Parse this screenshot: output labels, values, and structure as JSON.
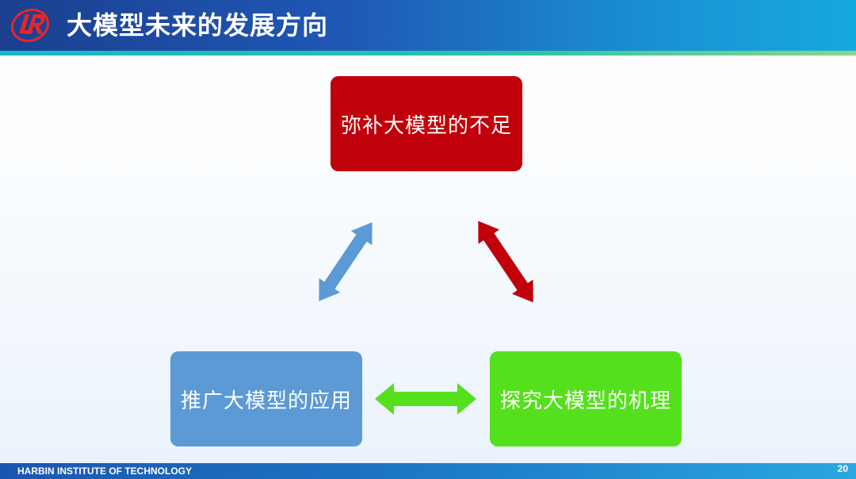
{
  "header": {
    "title": "大模型未来的发展方向",
    "logo_icon": "hit-logo-icon"
  },
  "diagram": {
    "nodes": {
      "top": {
        "label": "弥补大模型的不足",
        "color": "#c0000a"
      },
      "left": {
        "label": "推广大模型的应用",
        "color": "#5b9ad5"
      },
      "right": {
        "label": "探究大模型的机理",
        "color": "#55e01e"
      }
    },
    "arrows": {
      "left_top": {
        "color": "#5b9ad5"
      },
      "top_right": {
        "color": "#c0000a"
      },
      "left_right": {
        "color": "#55e01e"
      }
    }
  },
  "footer": {
    "institution": "HARBIN INSTITUTE OF TECHNOLOGY",
    "page_number": "20"
  }
}
